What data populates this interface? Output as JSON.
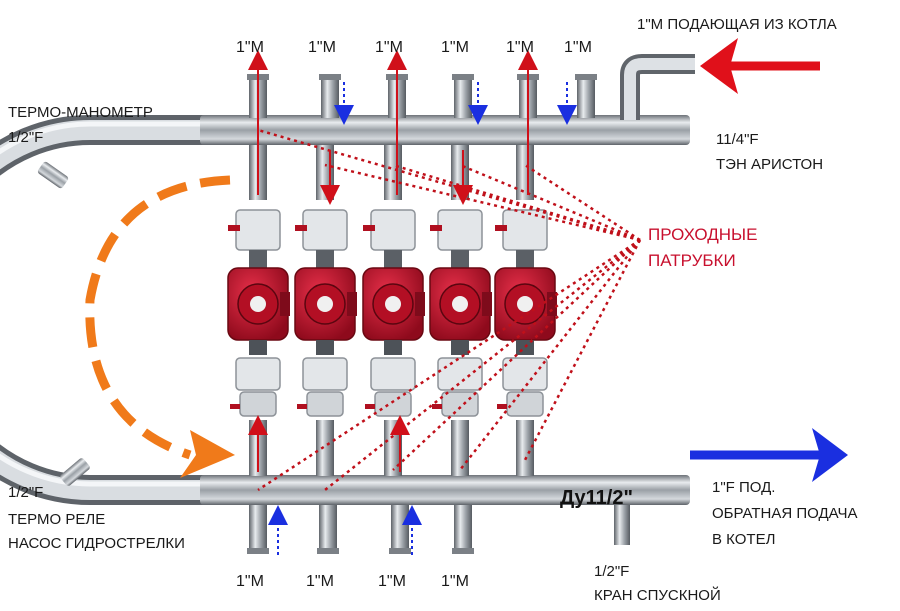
{
  "labels": {
    "supply_from_boiler": "1\"М ПОДАЮЩАЯ ИЗ КОТЛА",
    "thermo_manometer": "ТЕРМО-МАНОМЕТР",
    "thermo_manometer_size": "1/2\"F",
    "heater_size": "11/4\"F",
    "heater_name": "ТЭН АРИСТОН",
    "pass_through_line1": "ПРОХОДНЫЕ",
    "pass_through_line2": "ПАТРУБКИ",
    "thermo_relay_size": "1/2\"F",
    "thermo_relay": "ТЕРМО РЕЛЕ",
    "pump_hydro": "НАСОС ГИДРОСТРЕЛКИ",
    "return_line1": "1\"F ПОД.",
    "return_line2": "ОБРАТНАЯ ПОДАЧА",
    "return_line3": "В КОТЕЛ",
    "drain_size": "1/2\"F",
    "drain_valve": "КРАН СПУСКНОЙ",
    "du": "Ду11/2\""
  },
  "top_outlets": [
    "1\"М",
    "1\"М",
    "1\"М",
    "1\"М",
    "1\"М",
    "1\"М"
  ],
  "bottom_outlets": [
    "1\"М",
    "1\"М",
    "1\"М",
    "1\"М"
  ],
  "pump_count": 5,
  "colors": {
    "supply_arrow": "#e0101a",
    "return_arrow": "#1a2fe0",
    "flow_arrow": "#f07a1a",
    "pump": "#c4102e",
    "dotted_lines": "#c0101a",
    "pipe": "#a8adb3"
  }
}
